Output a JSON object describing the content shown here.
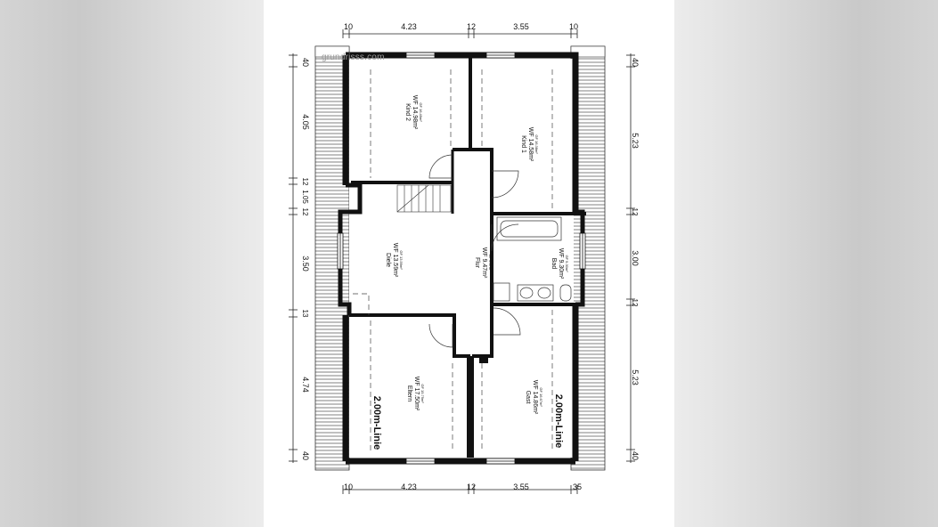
{
  "watermark": "grundrisss.com",
  "dims": {
    "top": [
      "10",
      "4.23",
      "12",
      "3.55",
      "10"
    ],
    "bottom": [
      "10",
      "4.23",
      "12",
      "3.55",
      "35"
    ],
    "left": [
      "40",
      "4.05",
      "12",
      "1.05",
      "12",
      "3.50",
      "13",
      "4.74",
      "40"
    ],
    "right": [
      "40",
      "5.23",
      "12",
      "3.00",
      "12",
      "5.23",
      "40"
    ]
  },
  "rooms": [
    {
      "name": "Kind 2",
      "wf": "WF 14.98m²",
      "gf": "GF 16.49m²"
    },
    {
      "name": "Kind 1",
      "wf": "WF 14.58m²",
      "gf": "GF 16.38m²"
    },
    {
      "name": "Diele",
      "wf": "WF 13.59m²",
      "gf": "GF 13.59m²"
    },
    {
      "name": "Flur",
      "wf": "WF 9.47m²",
      "gf": "GF 9.47m²"
    },
    {
      "name": "Bad",
      "wf": "WF 9.30m²",
      "gf": "GF 9.30m²"
    },
    {
      "name": "Eltern",
      "wf": "WF 17.50m²",
      "gf": "GF 19.79m²"
    },
    {
      "name": "Gast",
      "wf": "WF 14.86m²",
      "gf": "GF 16.67m²"
    }
  ],
  "linie_labels": [
    "2.00m-Linie",
    "2.00m-Linie"
  ],
  "colors": {
    "wall": "#111111",
    "line": "#333333",
    "background": "#ffffff"
  }
}
